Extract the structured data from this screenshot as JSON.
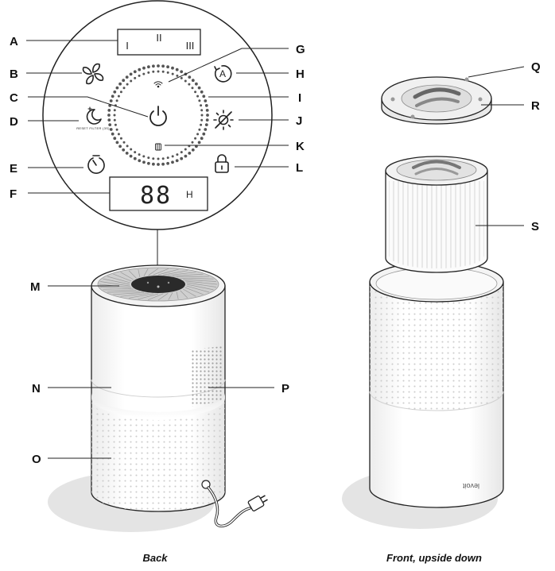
{
  "callouts": {
    "A": "A",
    "B": "B",
    "C": "C",
    "D": "D",
    "E": "E",
    "F": "F",
    "G": "G",
    "H": "H",
    "I": "I",
    "J": "J",
    "K": "K",
    "L": "L",
    "M": "M",
    "N": "N",
    "O": "O",
    "P": "P",
    "Q": "Q",
    "R": "R",
    "S": "S"
  },
  "panel": {
    "fan_speed_1": "I",
    "fan_speed_2": "II",
    "fan_speed_3": "III",
    "display_digits": "88",
    "display_unit": "H",
    "reset_filter_text": "RESET FILTER (3S)",
    "auto_mode_letter": "A"
  },
  "captions": {
    "left": "Back",
    "right": "Front, upside down"
  },
  "brand_mark": "levoit",
  "colors": {
    "line": "#222222",
    "shadow": "#e4e4e4",
    "body": "#ffffff",
    "grille": "#c8c8c8"
  }
}
